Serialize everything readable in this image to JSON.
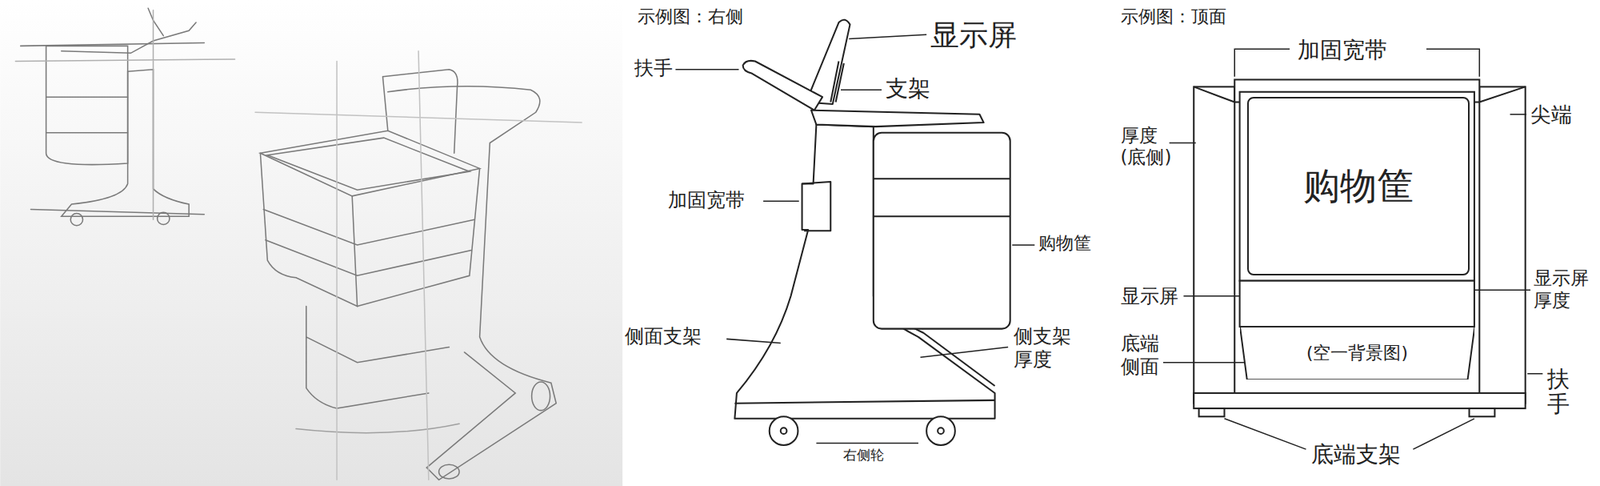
{
  "diagram": {
    "nodes": [
      {
        "text": [
          "购物筐"
        ]
      },
      {
        "text": [
          "(空一背景图)"
        ]
      }
    ],
    "labels": [
      "示例图：右侧",
      "显示屏",
      "扶手",
      "支架",
      "加固宽带",
      "购物筐",
      "侧面支架",
      "侧支架 厚度",
      "右侧轮",
      "示例图：顶面",
      "加固宽带",
      "尖端",
      "厚度 (底侧)",
      "显示屏 厚度",
      "显示屏",
      "底端 侧面",
      "扶手",
      "底端支架"
    ]
  }
}
